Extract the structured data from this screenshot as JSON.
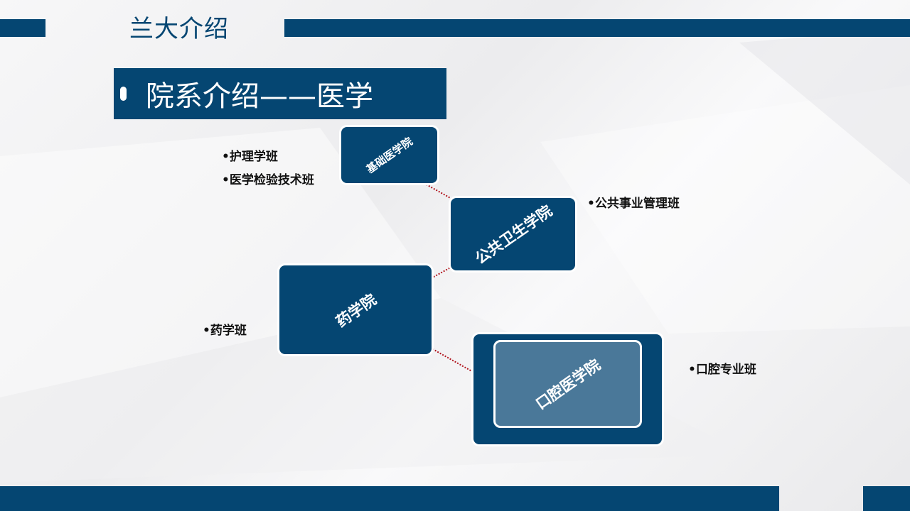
{
  "header": {
    "title": "兰大介绍"
  },
  "section": {
    "title": "院系介绍——医学"
  },
  "colors": {
    "primary": "#054672",
    "inner": "#4a7899",
    "arrow": "#b0121b"
  },
  "schools": [
    {
      "name": "基础医学院",
      "classes": [
        "•护理学班",
        "•医学检验技术班"
      ]
    },
    {
      "name": "公共卫生学院",
      "classes": [
        "•公共事业管理班"
      ]
    },
    {
      "name": "药学院",
      "classes": [
        "•药学班"
      ]
    },
    {
      "name": "口腔医学院",
      "classes": [
        "•口腔专业班"
      ]
    }
  ]
}
